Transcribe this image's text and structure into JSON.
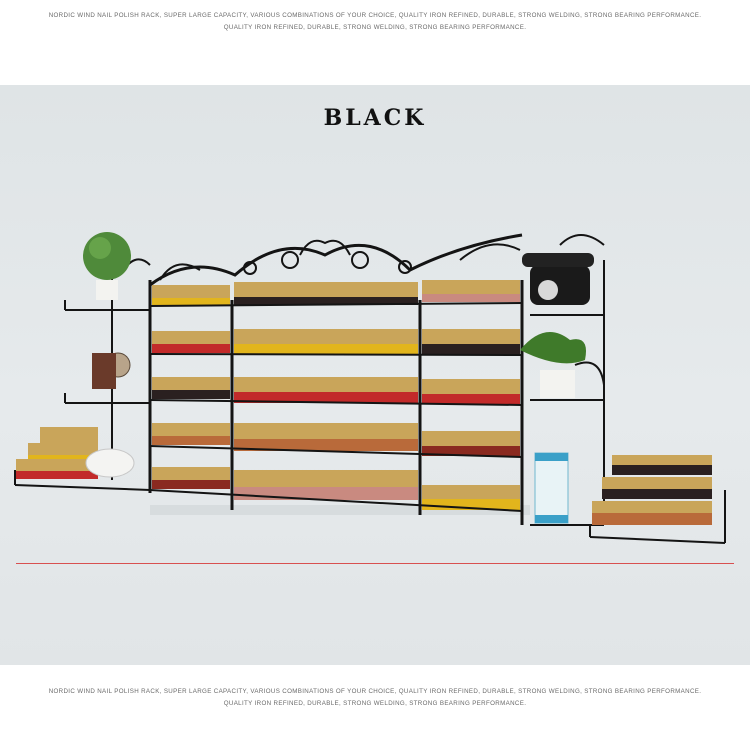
{
  "captions": {
    "top_line1": "NORDIC WIND NAIL POLISH RACK, SUPER LARGE CAPACITY, VARIOUS COMBINATIONS OF YOUR CHOICE, QUALITY IRON REFINED, DURABLE, STRONG WELDING, STRONG BEARING PERFORMANCE.",
    "top_line2": "QUALITY IRON REFINED, DURABLE, STRONG WELDING, STRONG BEARING PERFORMANCE.",
    "bottom_line1": "NORDIC WIND NAIL POLISH RACK, SUPER LARGE CAPACITY, VARIOUS COMBINATIONS OF YOUR CHOICE, QUALITY IRON REFINED, DURABLE, STRONG WELDING, STRONG BEARING PERFORMANCE.",
    "bottom_line2": "QUALITY IRON REFINED, DURABLE, STRONG WELDING, STRONG BEARING PERFORMANCE."
  },
  "photo": {
    "title": "BLACK",
    "colors": {
      "frame": "#141414",
      "gold": "#c9a55a",
      "red": "#c22a2a",
      "yellow": "#e2b51c",
      "dark": "#2a2020",
      "orange": "#b96a3a",
      "pink": "#c98a80",
      "accent_line": "#d85050"
    }
  }
}
